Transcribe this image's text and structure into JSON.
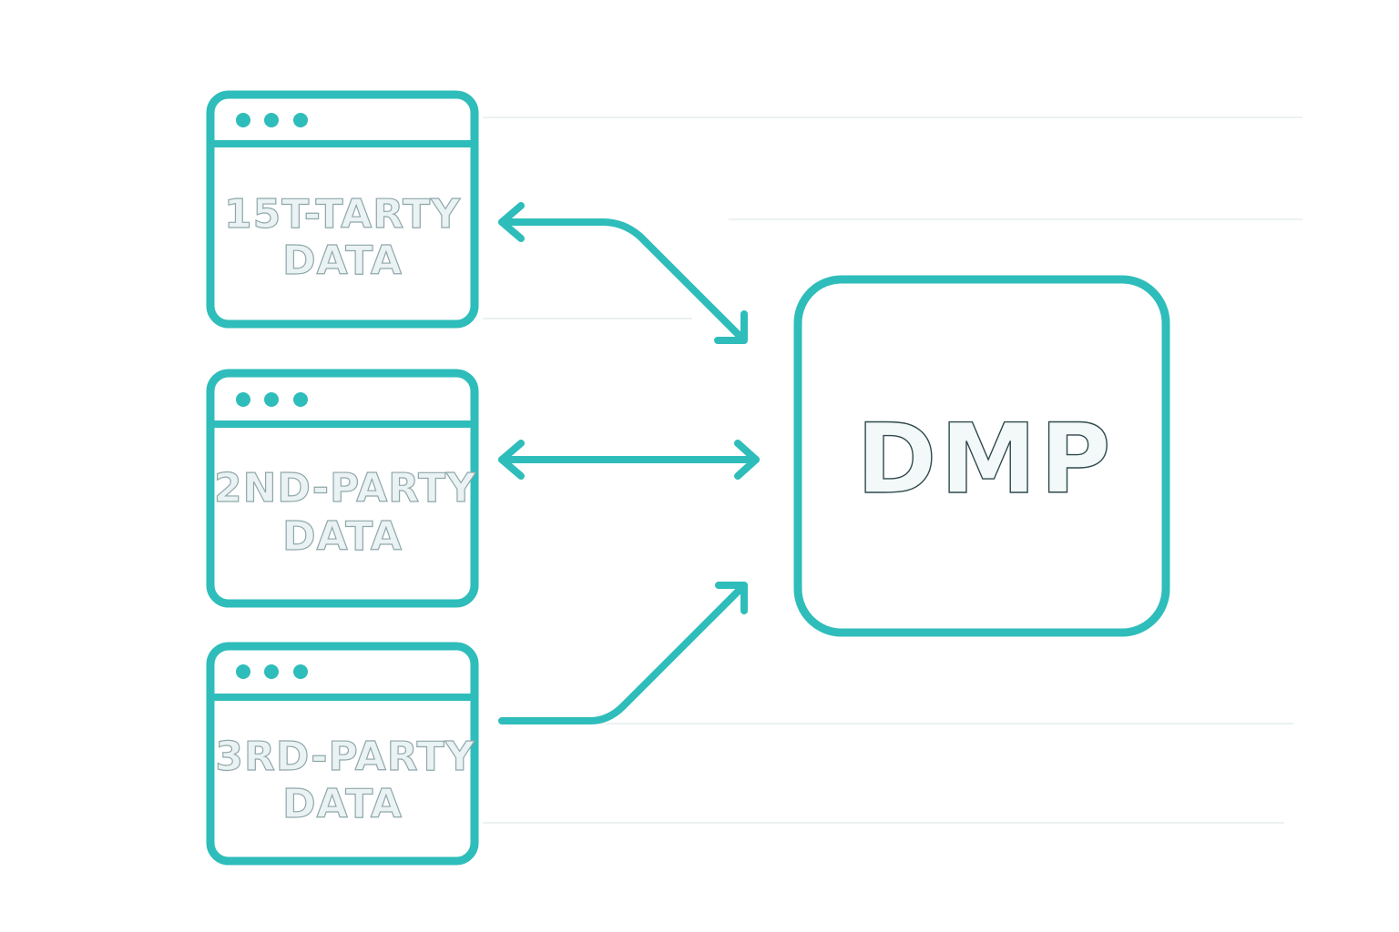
{
  "diagram": {
    "accent_color": "#2ebdba",
    "hub": {
      "label": "DMP"
    },
    "sources": [
      {
        "label_line1": "15T-TARTY",
        "label_line2": "DATA",
        "connection": "bidirectional"
      },
      {
        "label_line1": "2ND-PARTY",
        "label_line2": "DATA",
        "connection": "bidirectional"
      },
      {
        "label_line1": "3RD-PARTY",
        "label_line2": "DATA",
        "connection": "to-hub"
      }
    ]
  }
}
